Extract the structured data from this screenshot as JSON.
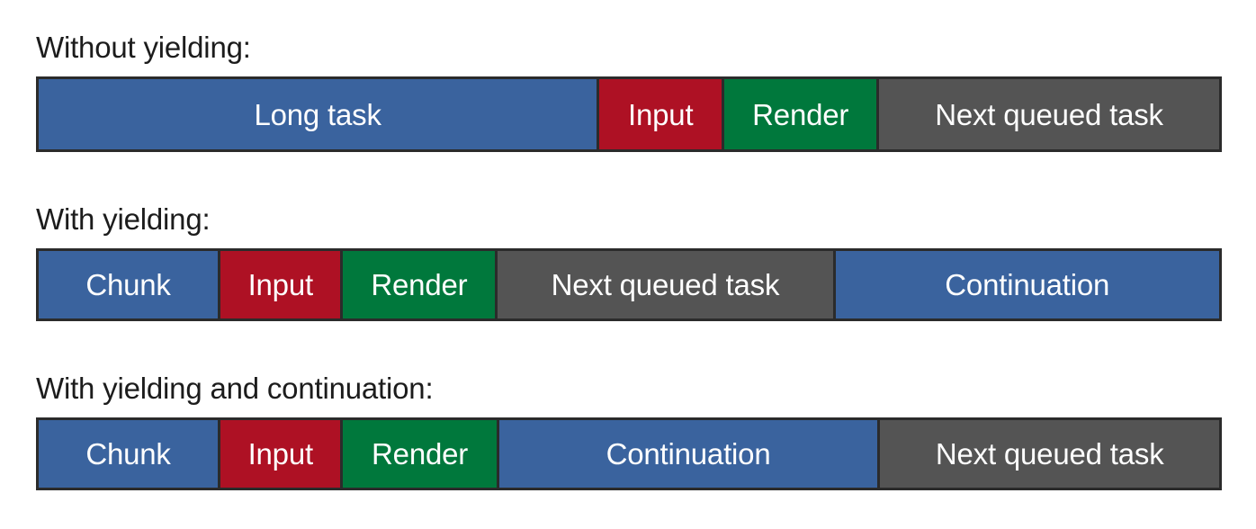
{
  "page": {
    "title": "Task yielding timeline diagram",
    "background_color": "#ffffff",
    "border_color": "#2b2b2b"
  },
  "palette": {
    "task_blue": "#3a639e",
    "input_red": "#ae1124",
    "render_green": "#00783c",
    "queued_gray": "#545454",
    "label_text": "#ffffff",
    "caption_text": "#1c1c1c"
  },
  "rows": [
    {
      "caption": "Without yielding:",
      "segments": [
        {
          "label": "Long task",
          "color": "#3a639e",
          "width_pct": 47.5
        },
        {
          "label": "Input",
          "color": "#ae1124",
          "width_pct": 10.6
        },
        {
          "label": "Render",
          "color": "#00783c",
          "width_pct": 13.1
        },
        {
          "label": "Next queued task",
          "color": "#545454",
          "width_pct": 28.8
        }
      ]
    },
    {
      "caption": "With yielding:",
      "segments": [
        {
          "label": "Chunk",
          "color": "#3a639e",
          "width_pct": 15.4
        },
        {
          "label": "Input",
          "color": "#ae1124",
          "width_pct": 10.4
        },
        {
          "label": "Render",
          "color": "#00783c",
          "width_pct": 13.1
        },
        {
          "label": "Next queued task",
          "color": "#545454",
          "width_pct": 28.6
        },
        {
          "label": "Continuation",
          "color": "#3a639e",
          "width_pct": 32.5
        }
      ]
    },
    {
      "caption": "With yielding and continuation:",
      "segments": [
        {
          "label": "Chunk",
          "color": "#3a639e",
          "width_pct": 15.4
        },
        {
          "label": "Input",
          "color": "#ae1124",
          "width_pct": 10.4
        },
        {
          "label": "Render",
          "color": "#00783c",
          "width_pct": 13.2
        },
        {
          "label": "Continuation",
          "color": "#3a639e",
          "width_pct": 32.3
        },
        {
          "label": "Next queued task",
          "color": "#545454",
          "width_pct": 28.7
        }
      ]
    }
  ]
}
